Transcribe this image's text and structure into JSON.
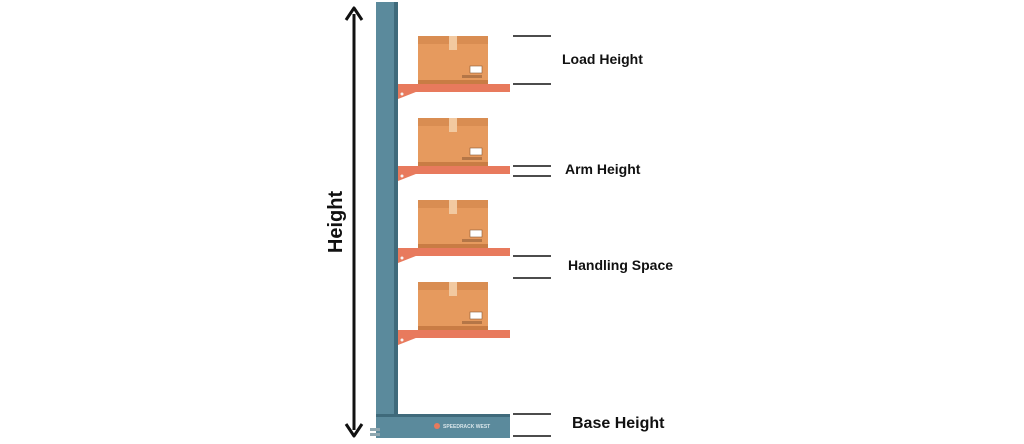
{
  "diagram": {
    "title": "",
    "height_label": "Height",
    "labels": {
      "load_height": "Load Height",
      "arm_height": "Arm Height",
      "handling_space": "Handling Space",
      "base_height": "Base Height"
    },
    "brand_text": "SPEEDRACK WEST",
    "colors": {
      "column": "#5b8a9c",
      "column_dark": "#3f6a7b",
      "arm": "#e87a5d",
      "box": "#e69a5e",
      "box_dark": "#c97c44",
      "tape": "#f2c9a0",
      "arrow": "#111111"
    },
    "icons": [
      "double-arrow-icon",
      "box-icon",
      "label-icon"
    ],
    "arm_count": 4,
    "box_count": 4
  }
}
